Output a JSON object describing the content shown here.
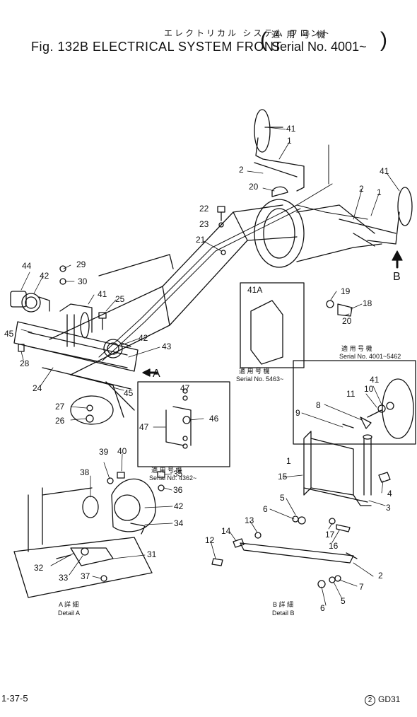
{
  "header": {
    "title_jp": "エレクトリカル システム フロント",
    "title_en": "Fig. 132B  ELECTRICAL SYSTEM FRONT",
    "applicable_jp": "適 用 号 機",
    "serial": "Serial No. 4001~"
  },
  "callouts": {
    "c1": "1",
    "c2": "2",
    "c3": "3",
    "c4": "4",
    "c5": "5",
    "c6": "6",
    "c7": "7",
    "c8": "8",
    "c9": "9",
    "c10": "10",
    "c11": "11",
    "c12": "12",
    "c13": "13",
    "c14": "14",
    "c15": "15",
    "c16": "16",
    "c17": "17",
    "c18": "18",
    "c19": "19",
    "c20": "20",
    "c21": "21",
    "c22": "22",
    "c23": "23",
    "c24": "24",
    "c25": "25",
    "c26": "26",
    "c27": "27",
    "c28": "28",
    "c29": "29",
    "c30": "30",
    "c31": "31",
    "c32": "32",
    "c33": "33",
    "c34": "34",
    "c35": "35",
    "c36": "36",
    "c37": "37",
    "c38": "38",
    "c39": "39",
    "c40": "40",
    "c41": "41",
    "c41a": "41A",
    "c42": "42",
    "c43": "43",
    "c44": "44",
    "c45": "45",
    "c46": "46",
    "c47": "47"
  },
  "view_arrows": {
    "a": "A",
    "b": "B"
  },
  "serial_notes": {
    "jp": "適 用 号 機",
    "s5463": "Serial No. 5463~",
    "s4001_5462": "Serial No. 4001~5462",
    "s4362": "Serial No. 4362~"
  },
  "details": {
    "a_jp": "A 詳 細",
    "a_en": "Detail A",
    "b_jp": "B 詳 細",
    "b_en": "Detail B"
  },
  "footer": {
    "page": "1-37-5",
    "code_num": "2",
    "code": "GD31"
  }
}
